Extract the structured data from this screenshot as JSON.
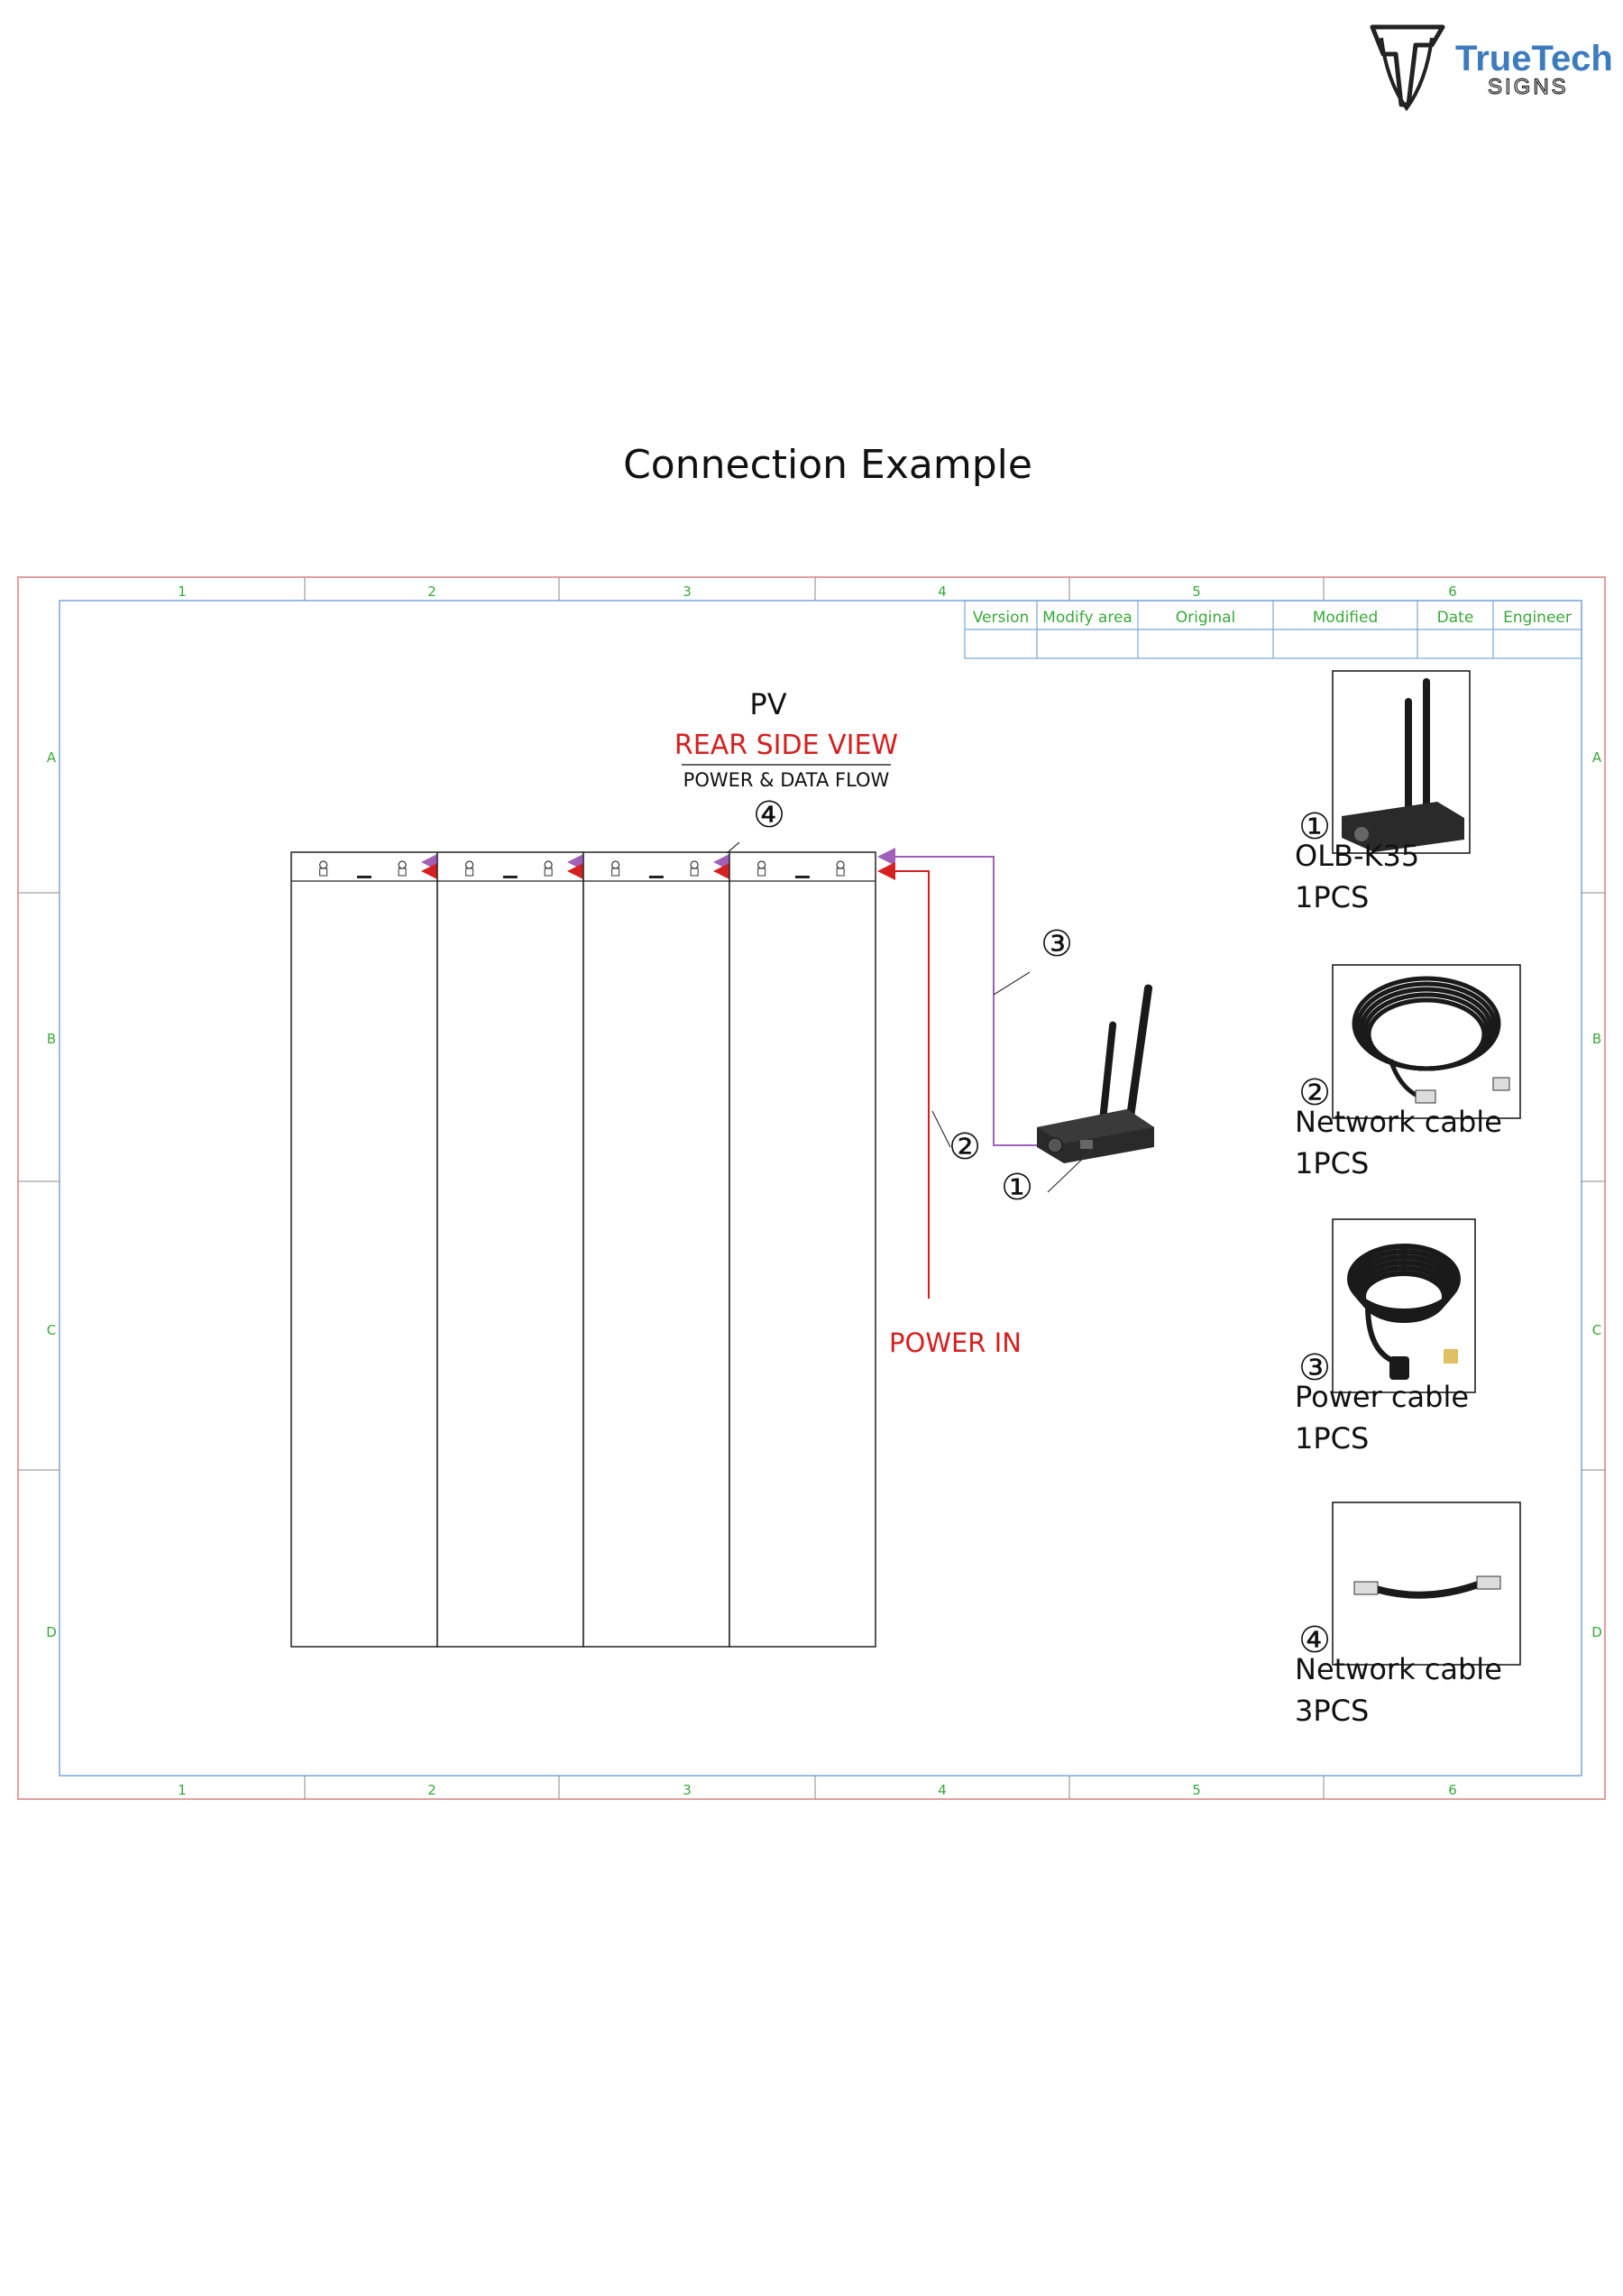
{
  "logo": {
    "brand_line1": "TrueTech",
    "brand_line2": "SIGNS",
    "icon": "shield-t-logo",
    "color_primary": "#3d7bbf",
    "color_dark": "#222222"
  },
  "page_title": "Connection Example",
  "sheet": {
    "column_labels": [
      "1",
      "2",
      "3",
      "4",
      "5",
      "6"
    ],
    "row_labels": [
      "A",
      "B",
      "C",
      "D"
    ],
    "revision_table_headers": [
      "Version",
      "Modify area",
      "Original",
      "Modified",
      "Date",
      "Engineer"
    ],
    "grid_color": "#3aa83a",
    "outer_border_color": "#d98080",
    "inner_border_color": "#7aa7d8"
  },
  "diagram": {
    "title": "PV",
    "subtitle": "REAR SIDE VIEW",
    "caption": "POWER & DATA FLOW",
    "power_label": "POWER IN",
    "callouts": [
      "①",
      "②",
      "③",
      "④"
    ],
    "panel_count": 4,
    "colors": {
      "data_line": "#a060b8",
      "power_line": "#d42020",
      "subtitle": "#d42020"
    }
  },
  "parts": [
    {
      "marker": "①",
      "name": "OLB-K35",
      "qty": "1PCS",
      "icon": "wireless-controller-box-icon"
    },
    {
      "marker": "②",
      "name": "Network cable",
      "qty": "1PCS",
      "icon": "coiled-network-cable-icon"
    },
    {
      "marker": "③",
      "name": "Power cable",
      "qty": "1PCS",
      "icon": "coiled-power-cable-icon"
    },
    {
      "marker": "④",
      "name": "Network cable",
      "qty": "3PCS",
      "icon": "short-network-cable-icon"
    }
  ]
}
